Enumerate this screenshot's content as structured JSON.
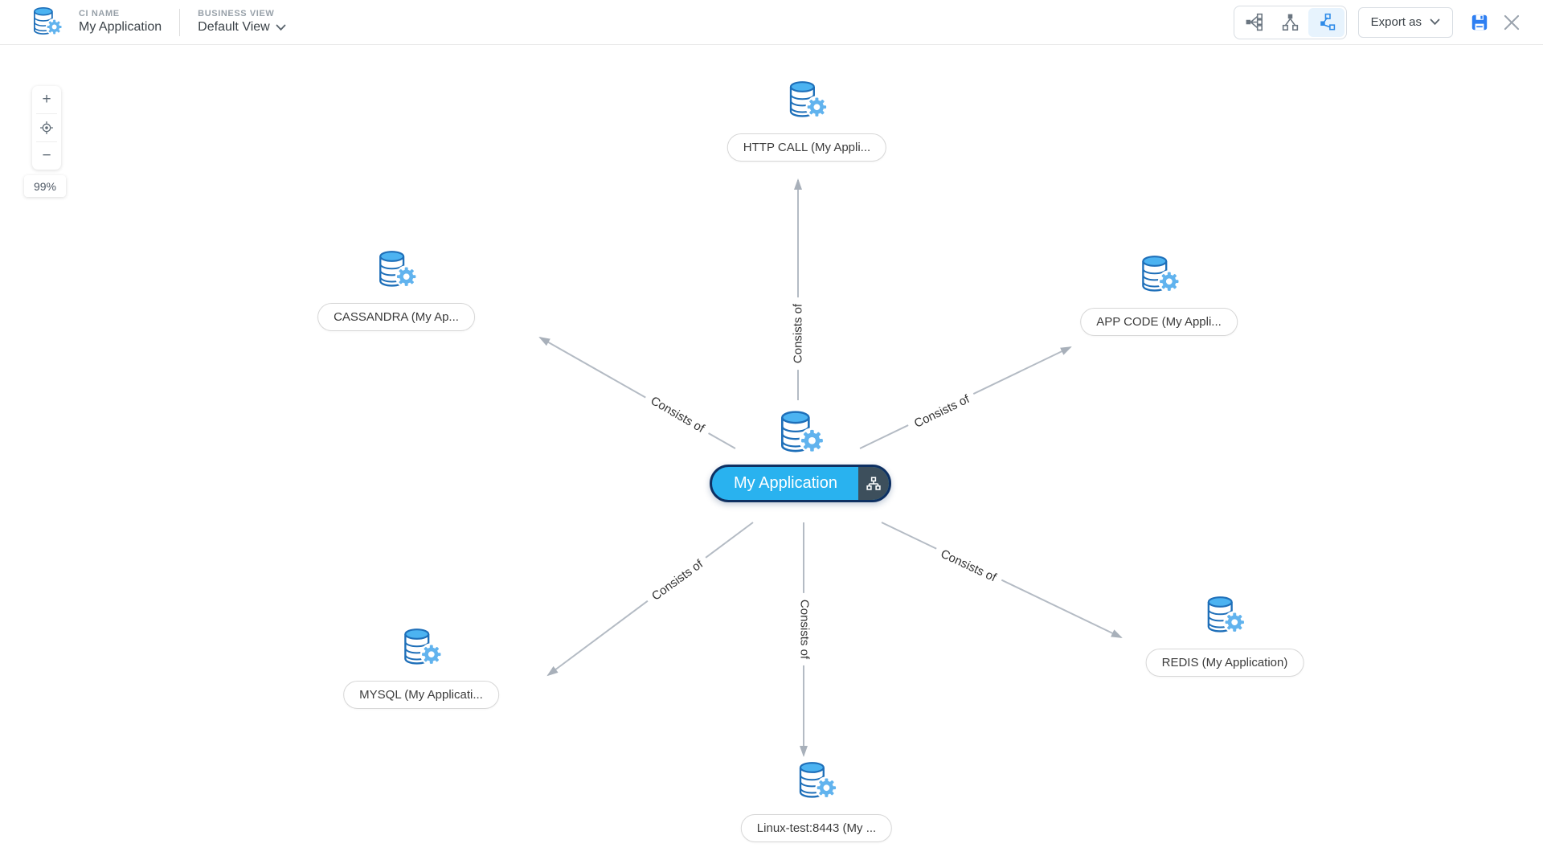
{
  "header": {
    "ci_label": "CI NAME",
    "ci_value": "My Application",
    "view_label": "BUSINESS VIEW",
    "view_value": "Default View",
    "export_label": "Export as"
  },
  "toolbar_icons": {
    "layout_horizontal": "tree-left-to-right",
    "layout_vertical": "tree-top-down",
    "layout_radial": "radial-tree (selected)",
    "save": "floppy-disk",
    "close": "x-cross"
  },
  "zoom": {
    "plus": "+",
    "minus": "−",
    "percent": "99%"
  },
  "graph": {
    "center_label": "My Application",
    "edge_label": "Consists of",
    "nodes": [
      {
        "id": "http-call",
        "label": "HTTP CALL (My Appli..."
      },
      {
        "id": "cassandra",
        "label": "CASSANDRA (My Ap..."
      },
      {
        "id": "app-code",
        "label": "APP CODE (My Appli..."
      },
      {
        "id": "mysql",
        "label": "MYSQL (My Applicati..."
      },
      {
        "id": "linux-test",
        "label": "Linux-test:8443 (My ..."
      },
      {
        "id": "redis",
        "label": "REDIS (My Application)"
      }
    ]
  },
  "colors": {
    "node_fill": "#29b2ef",
    "node_border": "#0e3062",
    "db_stroke": "#1e6fb9",
    "db_top": "#4cb3f1",
    "gear": "#61b3ee",
    "edge": "#b4bbc4",
    "accent": "#2e8be8"
  }
}
